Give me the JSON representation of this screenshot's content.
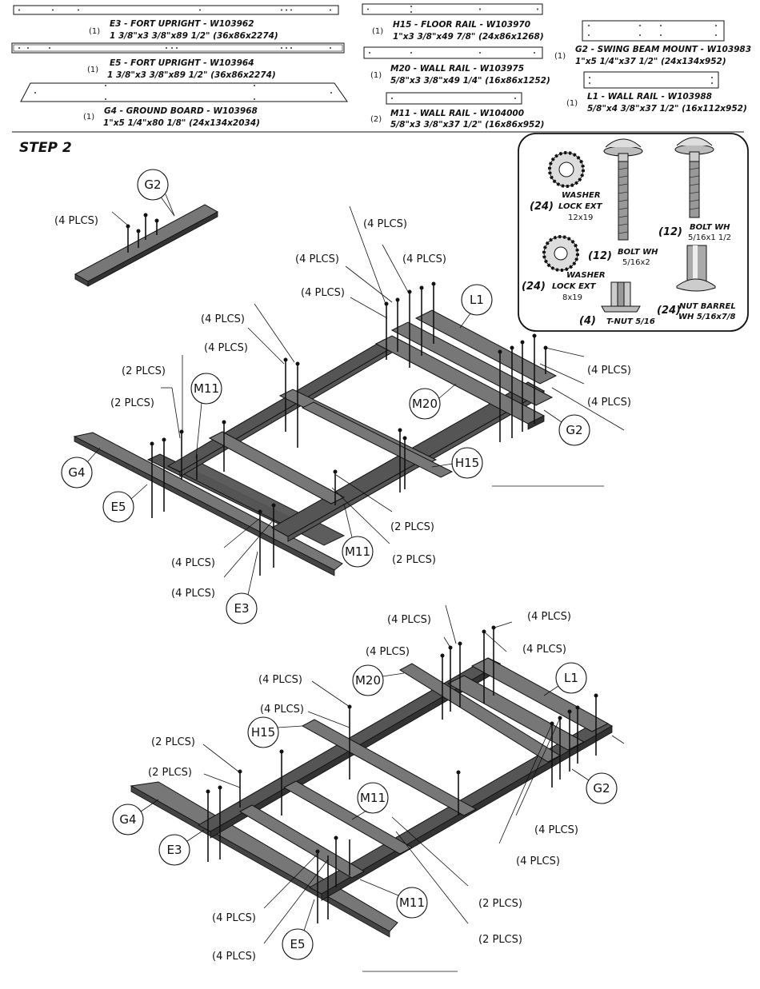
{
  "parts": [
    {
      "qty": "(1)",
      "title": "E3 - FORT UPRIGHT - W103962",
      "dims": "1 3/8\"x3 3/8\"x89 1/2\" (36x86x2274)"
    },
    {
      "qty": "(1)",
      "title": "E5 - FORT UPRIGHT - W103964",
      "dims": "1 3/8\"x3 3/8\"x89 1/2\" (36x86x2274)"
    },
    {
      "qty": "(1)",
      "title": "G4 - GROUND BOARD - W103968",
      "dims": "1\"x5 1/4\"x80 1/8\" (24x134x2034)"
    },
    {
      "qty": "(1)",
      "title": "H15 - FLOOR RAIL - W103970",
      "dims": "1\"x3 3/8\"x49 7/8\" (24x86x1268)"
    },
    {
      "qty": "(1)",
      "title": "M20 - WALL RAIL - W103975",
      "dims": "5/8\"x3 3/8\"x49 1/4\" (16x86x1252)"
    },
    {
      "qty": "(2)",
      "title": "M11 - WALL RAIL - W104000",
      "dims": "5/8\"x3 3/8\"x37 1/2\" (16x86x952)"
    },
    {
      "qty": "(1)",
      "title": "G2 - SWING BEAM MOUNT - W103983",
      "dims": "1\"x5 1/4\"x37 1/2\" (24x134x952)"
    },
    {
      "qty": "(1)",
      "title": "L1 - WALL RAIL - W103988",
      "dims": "5/8\"x4 3/8\"x37 1/2\" (16x112x952)"
    }
  ],
  "step_title": "STEP 2",
  "hardware": [
    {
      "qty": "(24)",
      "name": "WASHER",
      "name2": "LOCK EXT",
      "size": "12x19",
      "icon": "lock-washer-icon"
    },
    {
      "qty": "(12)",
      "name": "BOLT WH",
      "name2": "",
      "size": "5/16x2",
      "icon": "bolt-icon"
    },
    {
      "qty": "(12)",
      "name": "BOLT WH",
      "name2": "",
      "size": "5/16x1 1/2",
      "icon": "bolt-icon"
    },
    {
      "qty": "(24)",
      "name": "WASHER",
      "name2": "LOCK EXT",
      "size": "8x19",
      "icon": "lock-washer-icon"
    },
    {
      "qty": "(4)",
      "name": "T-NUT 5/16",
      "name2": "",
      "size": "",
      "icon": "t-nut-icon"
    },
    {
      "qty": "(24)",
      "name": "NUT BARREL",
      "name2": "",
      "size": "WH 5/16x7/8",
      "icon": "barrel-nut-icon"
    }
  ],
  "callouts": {
    "g2": "G2",
    "l1": "L1",
    "m11": "M11",
    "m20": "M20",
    "g4": "G4",
    "e5": "E5",
    "e3": "E3",
    "h15": "H15"
  },
  "plcs4": "(4 PLCS)",
  "plcs2": "(2 PLCS)"
}
